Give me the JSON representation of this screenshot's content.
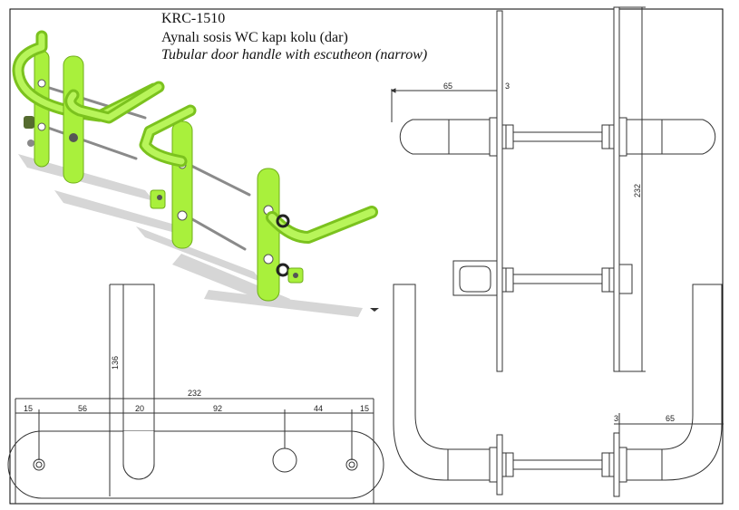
{
  "title": {
    "code": "KRC-1510",
    "name_tr": "Aynalı sosis WC kapı kolu (dar)",
    "name_en": "Tubular door handle with escutheon (narrow)"
  },
  "colors": {
    "accent": "#a9f03c",
    "accent_dark": "#7bc21e",
    "line": "#333333",
    "frame": "#000000"
  },
  "dimensions": {
    "side_view": {
      "lever_length": "65",
      "plate_thickness": "3",
      "height": "232"
    },
    "plate_front": {
      "total": "232",
      "segments": [
        "15",
        "56",
        "20",
        "92",
        "44",
        "15"
      ]
    },
    "handle_front": {
      "height": "136"
    },
    "top_view": {
      "plate_thickness": "3",
      "lever_length": "65"
    }
  }
}
